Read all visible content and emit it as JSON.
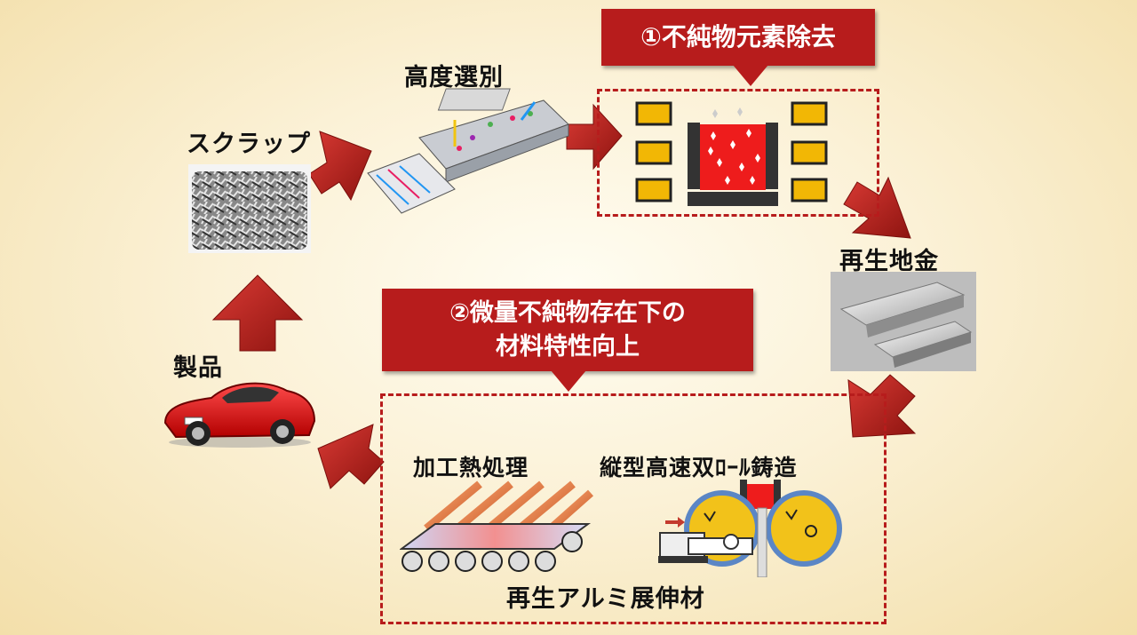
{
  "labels": {
    "scrap": "スクラップ",
    "sorting": "高度選別",
    "process1": "①不純物元素除去",
    "ingot": "再生地金",
    "process2_line1": "②微量不純物存在下の",
    "process2_line2": "材料特性向上",
    "product": "製品",
    "thermo": "加工熱処理",
    "casting": "縦型高速双ﾛｰﾙ鋳造",
    "wrought": "再生アルミ展伸材"
  },
  "colors": {
    "accent_red": "#b71c1c",
    "arrow_red": "#b5201f",
    "bg_light": "#fffdf2",
    "bg_dark": "#f3dfaa"
  },
  "icons": {
    "scrap": "scrap-photo",
    "sorting": "sorting-machine",
    "furnace": "refining-furnace",
    "ingot": "ingot-photo",
    "car": "red-car",
    "rolls": "rolling-mill",
    "caster": "twin-roll-caster"
  }
}
